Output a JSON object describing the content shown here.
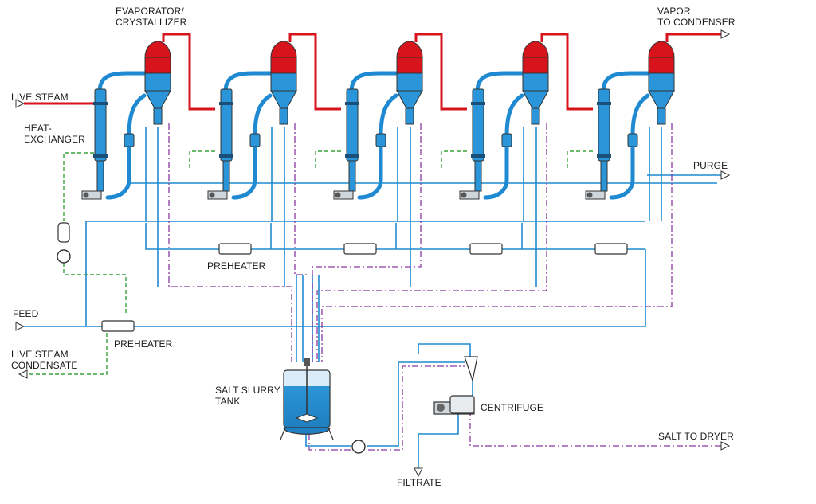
{
  "labels": {
    "evaporator_line1": "EVAPORATOR/",
    "evaporator_line2": "CRYSTALLIZER",
    "vapor_line1": "VAPOR",
    "vapor_line2": "TO CONDENSER",
    "live_steam": "LIVE STEAM",
    "heat_line1": "HEAT-",
    "heat_line2": "EXCHANGER",
    "purge": "PURGE",
    "preheater_upper": "PREHEATER",
    "feed": "FEED",
    "preheater_lower": "PREHEATER",
    "condensate_line1": "LIVE STEAM",
    "condensate_line2": "CONDENSATE",
    "slurry_line1": "SALT SLURRY",
    "slurry_line2": "TANK",
    "centrifuge": "CENTRIFUGE",
    "salt_to_dryer": "SALT TO DRYER",
    "filtrate": "FILTRATE"
  },
  "colors": {
    "vapor": "#d7141c",
    "process": "#1f8ad1",
    "vessel": "#2a95d8",
    "dome": "#d7141c",
    "condensate": "#3aa23a",
    "slurry": "#8a3aa0"
  },
  "effects_count": 5
}
